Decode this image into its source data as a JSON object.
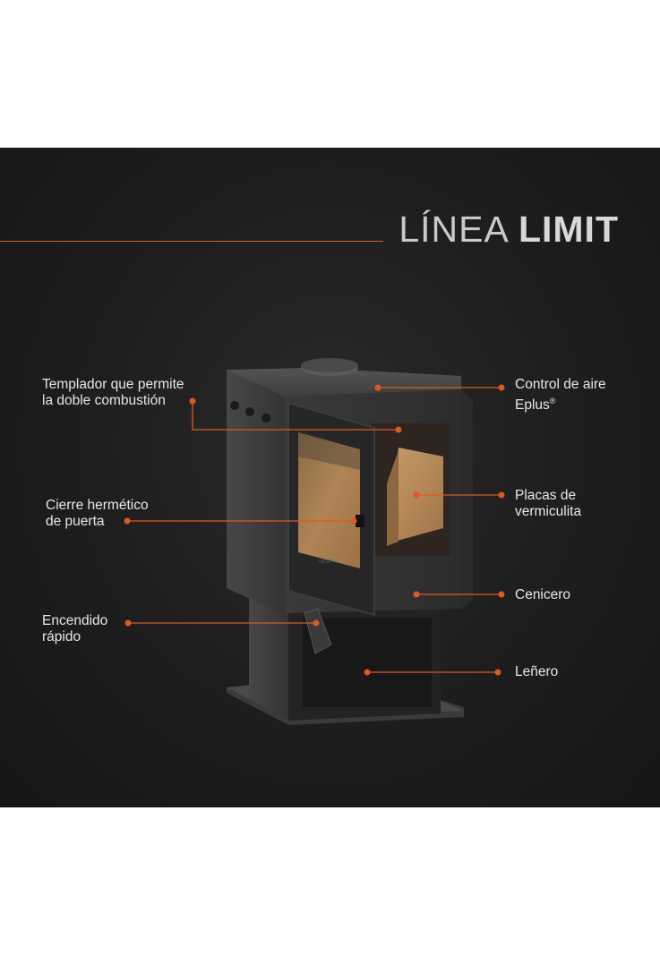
{
  "title": {
    "light": "LÍNEA",
    "bold": "LIMIT"
  },
  "colors": {
    "accent": "#e0581f",
    "background": "#1e1e1e",
    "text": "#e8e8e8"
  },
  "callouts": {
    "templador": {
      "line1": "Templador que permite",
      "line2": "la doble combustión"
    },
    "cierre": {
      "line1": "Cierre hermético",
      "line2": "de puerta"
    },
    "encendido": {
      "line1": "Encendido",
      "line2": "rápido"
    },
    "control_aire": {
      "line1": "Control de aire",
      "line2": "Eplus",
      "sup": "®"
    },
    "placas": {
      "line1": "Placas de",
      "line2": "vermiculita"
    },
    "cenicero": {
      "line1": "Cenicero"
    },
    "lenero": {
      "line1": "Leñero"
    }
  },
  "image": {
    "stove_brand_mark": "rocal"
  }
}
